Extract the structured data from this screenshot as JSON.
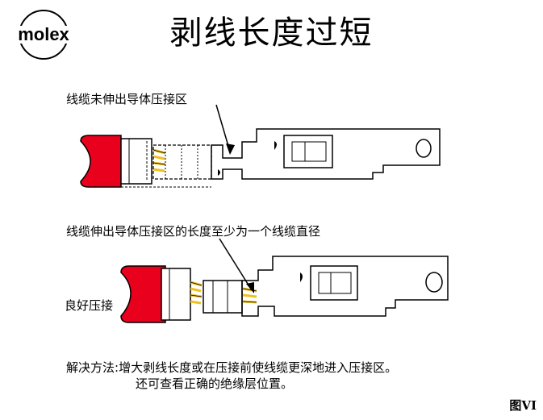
{
  "logo": {
    "text": "molex"
  },
  "title": "剥线长度过短",
  "labels": {
    "top_callout": "线缆未伸出导体压接区",
    "bottom_callout": "线缆伸出导体压接区的长度至少为一个线缆直径",
    "good_crimp": "良好压接"
  },
  "solution": {
    "prefix": "解决方法:",
    "line1": "增大剥线长度或在压接前使线缆更深地进入压接区。",
    "line2": "还可查看正确的绝缘层位置。"
  },
  "figure_label": "图VI",
  "colors": {
    "insulation": "#e8001c",
    "conductor": "#f0c020",
    "outline": "#000000"
  }
}
